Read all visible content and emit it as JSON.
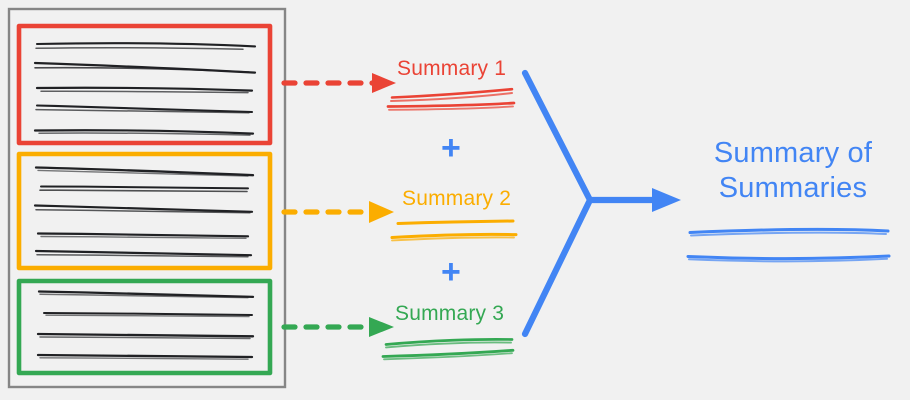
{
  "diagram": {
    "title_text_visible": false,
    "background_color": "#f1f1f1",
    "document_container": {
      "name": "source-documents-container",
      "border_color": "#868686"
    },
    "source_groups": [
      {
        "id": "group-1",
        "color": "#ea4335",
        "color_name": "red",
        "text_line_count": 5,
        "arrow_style": "dashed",
        "summary_label": "Summary 1"
      },
      {
        "id": "group-2",
        "color": "#fbad00",
        "color_name": "orange",
        "text_line_count": 5,
        "arrow_style": "dashed",
        "summary_label": "Summary 2"
      },
      {
        "id": "group-3",
        "color": "#34a853",
        "color_name": "green",
        "text_line_count": 4,
        "arrow_style": "dashed",
        "summary_label": "Summary 3"
      }
    ],
    "operators": [
      {
        "id": "plus-1",
        "glyph": "+",
        "color": "#4285f4"
      },
      {
        "id": "plus-2",
        "glyph": "+",
        "color": "#4285f4"
      }
    ],
    "merge": {
      "color": "#4285f4",
      "arrow_style": "solid"
    },
    "final_output": {
      "label_line_1": "Summary of",
      "label_line_2": "Summaries",
      "color": "#4285f4",
      "underline_count": 2
    }
  }
}
